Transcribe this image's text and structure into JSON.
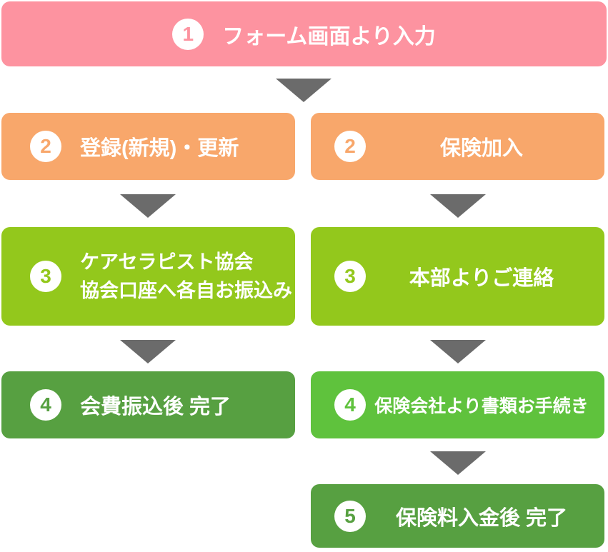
{
  "title_step": {
    "number": "1",
    "label": "フォーム画面より入力"
  },
  "left_column": {
    "step2": {
      "number": "2",
      "label": "登録(新規)・更新"
    },
    "step3": {
      "number": "3",
      "label_line1": "ケアセラピスト協会",
      "label_line2": "協会口座へ各自お振込み"
    },
    "step4": {
      "number": "4",
      "label": "会費振込後 完了"
    }
  },
  "right_column": {
    "step2": {
      "number": "2",
      "label": "保険加入"
    },
    "step3": {
      "number": "3",
      "label": "本部よりご連絡"
    },
    "step4": {
      "number": "4",
      "label": "保険会社より書類お手続き"
    },
    "step5": {
      "number": "5",
      "label": "保険料入金後 完了"
    }
  },
  "colors": {
    "step1_pink": "#FD93A0",
    "step2_orange": "#F8A76B",
    "step3_yellow_green": "#93C81C",
    "step4_right_bright_green": "#5FC23D",
    "step4_dark_green": "#57A041",
    "arrow_gray": "#6B6B6B",
    "text_white": "#FFFFFF"
  }
}
